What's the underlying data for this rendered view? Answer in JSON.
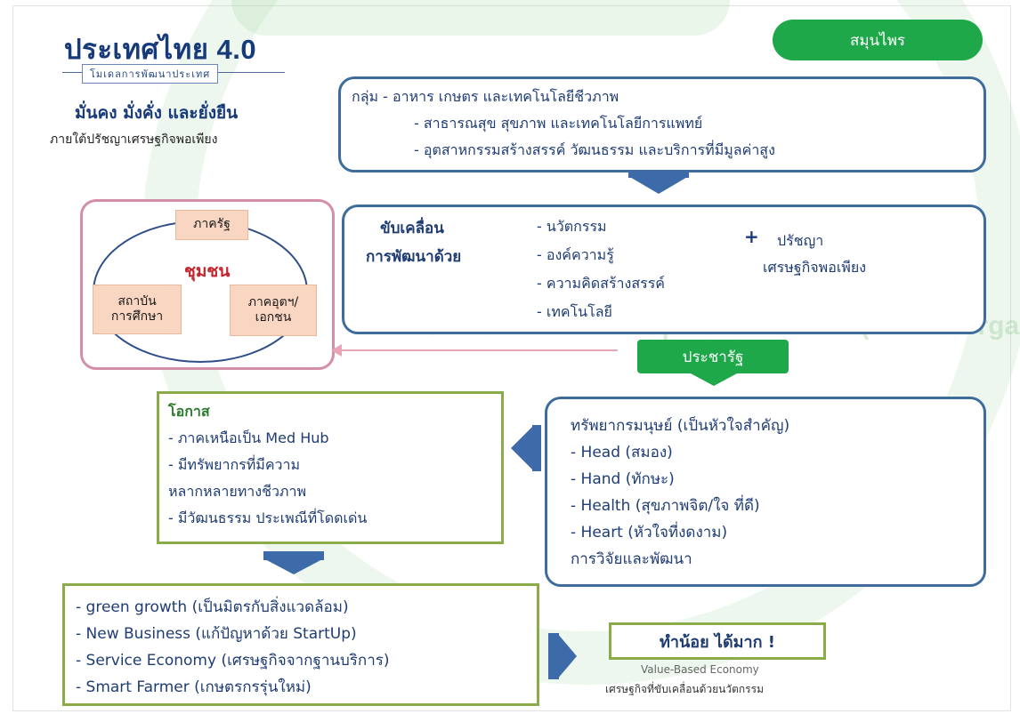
{
  "header": {
    "title": "ประเทศไทย 4.0",
    "subtitle": "โมเดลการพัฒนาประเทศ",
    "tagline": "มั่นคง มั่งคั่ง และยั่งยืน",
    "tagline2": "ภายใต้ปรัชญาเศรษฐกิจพอเพียง"
  },
  "herb_label": "สมุนไพร",
  "groups": [
    "กลุ่ม - อาหาร เกษตร และเทคโนโลยีชีวภาพ",
    "- สาธารณสุข สุขภาพ และเทคโนโลยีการแพทย์",
    "- อุตสาหกรรมสร้างสรรค์ วัฒนธรรม และบริการที่มีมูลค่าสูง"
  ],
  "drive": {
    "label1": "ขับเคลื่อน",
    "label2": "การพัฒนาด้วย",
    "items": [
      "- นวัตกรรม",
      "- องค์ความรู้",
      "- ความคิดสร้างสรรค์",
      "- เทคโนโลยี"
    ],
    "plus": "+",
    "philosophy1": "ปรัชญา",
    "philosophy2": "เศรษฐกิจพอเพียง"
  },
  "community": {
    "state": "ภาครัฐ",
    "center": "ชุมชน",
    "education": "สถาบัน\nการศึกษา",
    "private": "ภาคอุตฯ/\nเอกชน"
  },
  "people_label": "ประชารัฐ",
  "opportunity": {
    "heading": "โอกาส",
    "lines": [
      "- ภาคเหนือเป็น Med Hub",
      "- มีทรัพยากรที่มีความ",
      "หลากหลายทางชีวภาพ",
      "- มีวัฒนธรรม ประเพณีที่โดดเด่น"
    ]
  },
  "human": {
    "lines": [
      "ทรัพยากรมนุษย์ (เป็นหัวใจสำคัญ)",
      "- Head (สมอง)",
      "- Hand (ทักษะ)",
      "- Health (สุขภาพจิต/ใจ ที่ดี)",
      "- Heart (หัวใจที่งดงาม)",
      "การวิจัยและพัฒนา"
    ]
  },
  "growth": [
    "- green growth (เป็นมิตรกับสิ่งแวดล้อม)",
    "- New Business (แก้ปัญหาด้วย StartUp)",
    "- Service Economy (เศรษฐกิจจากฐานบริการ)",
    "- Smart Farmer (เกษตรกรรุ่นใหม่)"
  ],
  "result": {
    "headline": "ทำน้อย ได้มาก !",
    "value_based": "Value-Based Economy",
    "value_based_th": "เศรษฐกิจที่ขับเคลื่อนด้วยนวัตกรรม"
  },
  "watermark": [
    "Research and Development Institute (Public Organization)"
  ],
  "colors": {
    "navy": "#1f3d73",
    "green": "#1fa84a",
    "pink": "#d48ea5",
    "olive": "#8aab48",
    "red": "#c3262c"
  }
}
